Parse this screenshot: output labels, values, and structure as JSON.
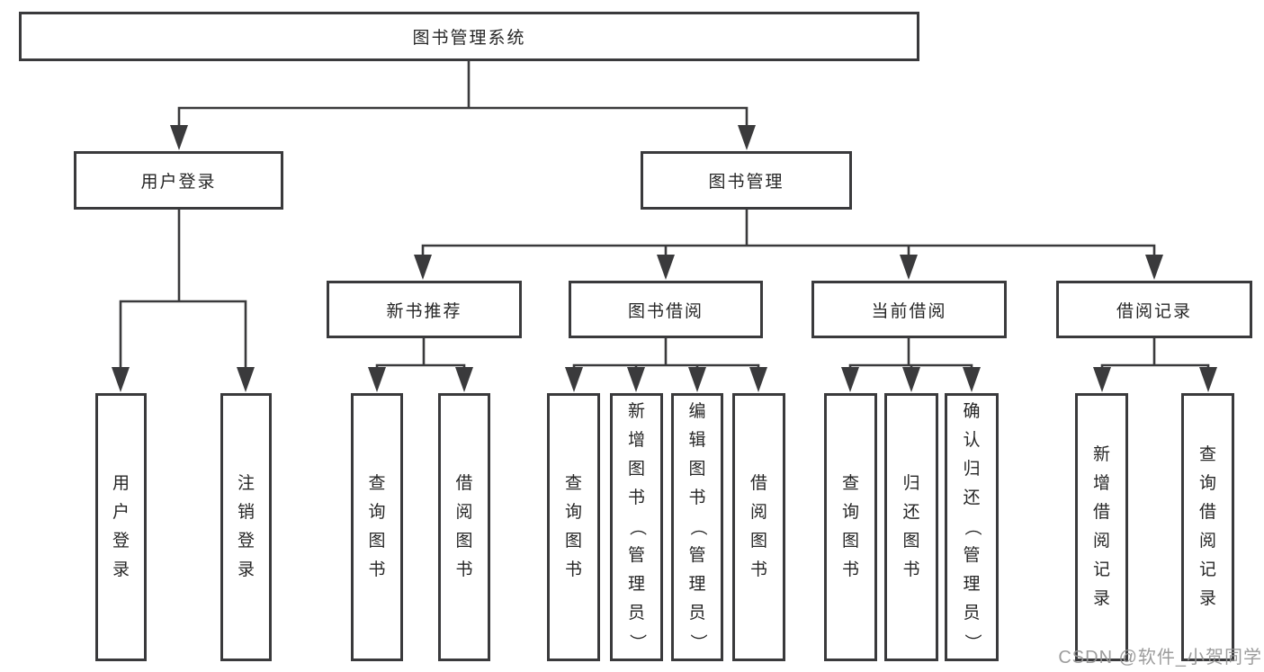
{
  "diagram": {
    "root": {
      "label": "图书管理系统"
    },
    "branches": [
      {
        "id": "user-login",
        "label": "用户登录",
        "children": [
          "用户登录",
          "注销登录"
        ]
      },
      {
        "id": "book-management",
        "label": "图书管理",
        "groups": [
          {
            "label": "新书推荐",
            "children": [
              "查询图书",
              "借阅图书"
            ]
          },
          {
            "label": "图书借阅",
            "children": [
              "查询图书",
              "新增图书（管理员）",
              "编辑图书（管理员）",
              "借阅图书"
            ]
          },
          {
            "label": "当前借阅",
            "children": [
              "查询图书",
              "归还图书",
              "确认归还（管理员）"
            ]
          },
          {
            "label": "借阅记录",
            "children": [
              "新增借阅记录",
              "查询借阅记录"
            ]
          }
        ]
      }
    ]
  },
  "watermark": {
    "text": "CSDN @软件_小贺同学"
  },
  "colors": {
    "line": "#3a3a3c",
    "text": "#262626",
    "watermark": "#949494"
  }
}
